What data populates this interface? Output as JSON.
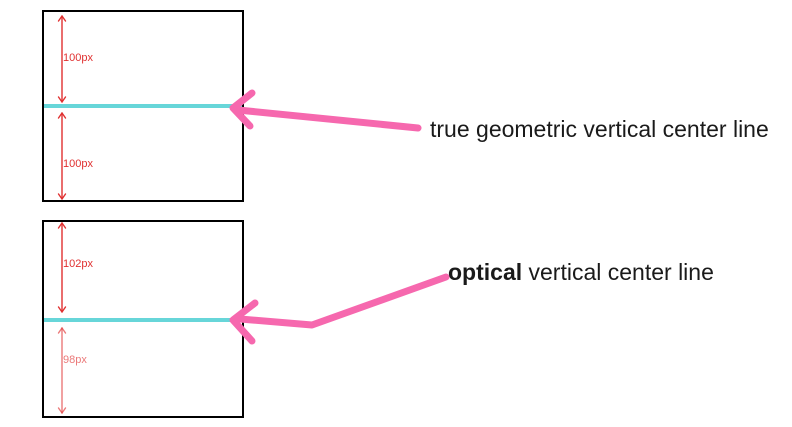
{
  "colors": {
    "bg": "#ffffff",
    "ink": "#1a1a1a",
    "boxBorder": "#000000",
    "red": "#e03131",
    "cyan": "#67d6d9",
    "pink": "#f668ae"
  },
  "figures": [
    {
      "name": "true-geometric-center",
      "top_measure": "100px",
      "bottom_measure": "100px"
    },
    {
      "name": "optical-center",
      "top_measure": "102px",
      "bottom_measure": "98px"
    }
  ],
  "annotations": {
    "geometric": {
      "text": "true geometric vertical center line"
    },
    "optical": {
      "bold": "optical",
      "rest": " vertical center line"
    }
  },
  "icons": {
    "pink_arrow": "left-pointing-annotation-arrow",
    "red_arrow": "double-headed-vertical-measure-arrow"
  }
}
